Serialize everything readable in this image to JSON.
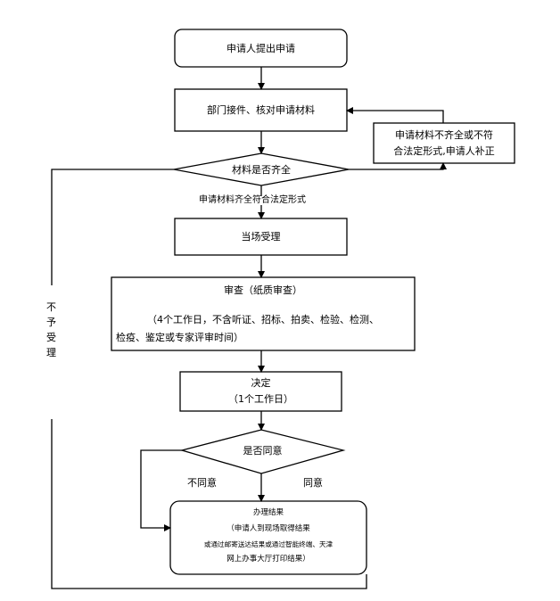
{
  "nodes": {
    "apply": "申请人提出申请",
    "receive": "部门接件、核对申请材料",
    "check_complete": "材料是否齐全",
    "supplement_line1": "申请材料不齐全或不符",
    "supplement_line2": "合法定形式,申请人补正",
    "accept": "当场受理",
    "review_title": "审查（纸质审查）",
    "review_detail_line1": "（4个工作日，不含听证、招标、拍卖、检验、检测、",
    "review_detail_line2": "检疫、鉴定或专家评审时间）",
    "decide_title": "决定",
    "decide_days": "（1个工作日）",
    "agree": "是否同意",
    "finish_title": "办理结果",
    "finish_line1": "（申请人到现场取得结果",
    "finish_line2": "或通过邮寄送达结果或通过智能终端、天津",
    "finish_line3": "网上办事大厅打印结果）"
  },
  "edges": {
    "complete_label": "申请材料齐全符合法定形式",
    "reject_label": [
      "不",
      "予",
      "受",
      "理"
    ],
    "disagree_label": "不同意",
    "agree_label": "同意"
  }
}
